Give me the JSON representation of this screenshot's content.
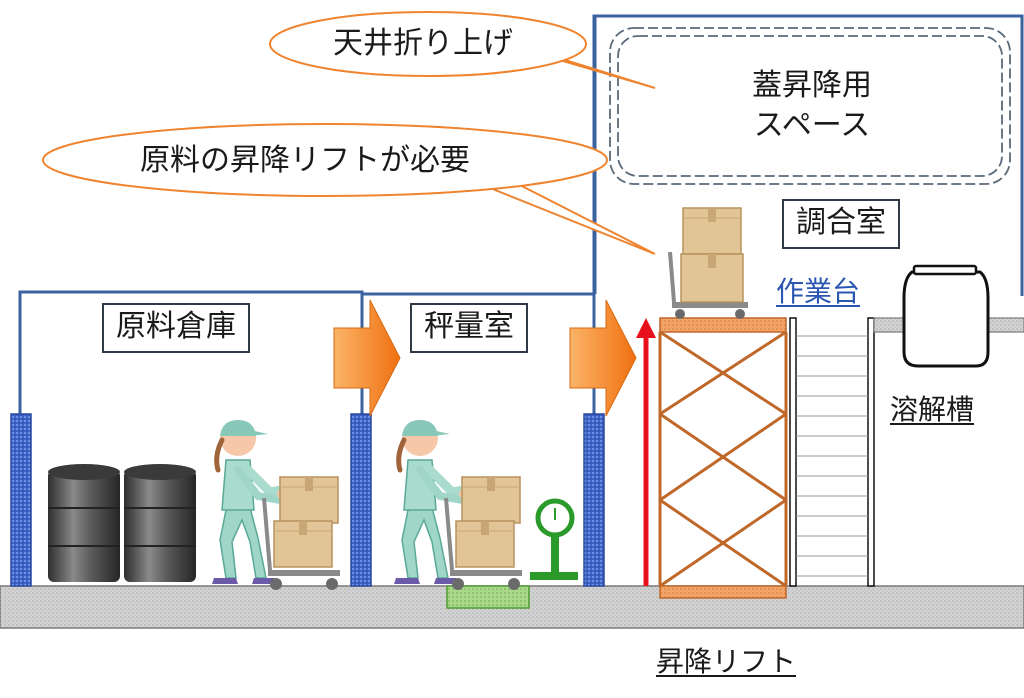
{
  "labels": {
    "raw_warehouse": "原料倉庫",
    "weighing_room": "秤量室",
    "mixing_room": "調合室",
    "workbench": "作業台",
    "dissolving_tank": "溶解槽",
    "lift": "昇降リフト",
    "lid_space_line1": "蓋昇降用",
    "lid_space_line2": "スペース"
  },
  "callouts": {
    "ceiling": "天井折り上げ",
    "lift_needed": "原料の昇降リフトが必要"
  },
  "colors": {
    "wall": "#3a62a0",
    "floor": "#d8d8d8",
    "pillar": "#3d63c8",
    "bubble_border": "#ef8430",
    "flow_arrow": "#f07d10",
    "lift_frame": "#c0672a",
    "lift_arrow": "#e8101a",
    "scale": "#2a9a2a",
    "box": "#d9b88a",
    "drum": "#4a4a4a",
    "workbench_label": "#2a56b0"
  },
  "icons": [
    "flow-arrow-icon",
    "worker-icon",
    "hand-cart-icon",
    "cardboard-box-icon",
    "oil-drum-icon",
    "platform-scale-icon",
    "lift-up-arrow-icon",
    "ladder-icon",
    "tank-icon"
  ]
}
